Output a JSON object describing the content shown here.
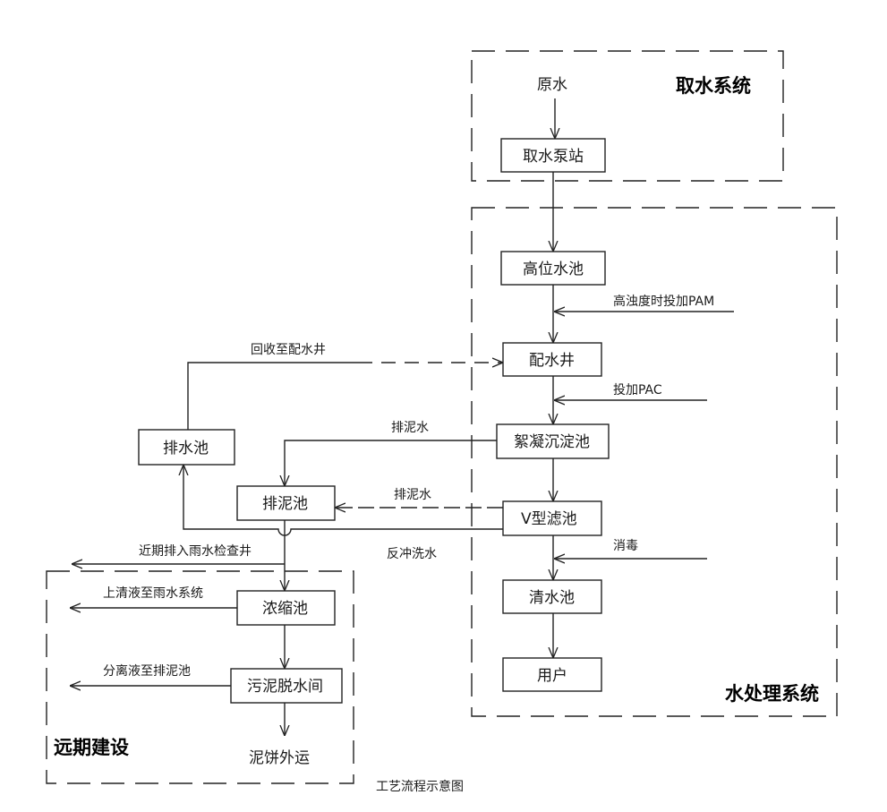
{
  "caption": "工艺流程示意图",
  "regions": {
    "intake": "取水系统",
    "treatment": "水处理系统",
    "future": "远期建设"
  },
  "nodes": {
    "raw_water": "原水",
    "intake_pump": "取水泵站",
    "high_tank": "高位水池",
    "distribution_well": "配水井",
    "flocculation": "絮凝沉淀池",
    "v_filter": "V型滤池",
    "clear_water": "清水池",
    "user": "用户",
    "drain_tank": "排水池",
    "sludge_tank": "排泥池",
    "thickener": "浓缩池",
    "dewatering": "污泥脱水间",
    "cake_out": "泥饼外运"
  },
  "labels": {
    "pam": "高浊度时投加PAM",
    "pac": "投加PAC",
    "disinfection": "消毒",
    "recycle": "回收至配水井",
    "sludge_water_1": "排泥水",
    "sludge_water_2": "排泥水",
    "backwash": "反冲洗水",
    "near_term": "近期排入雨水检查井",
    "supernatant": "上清液至雨水系统",
    "filtrate": "分离液至排泥池"
  }
}
